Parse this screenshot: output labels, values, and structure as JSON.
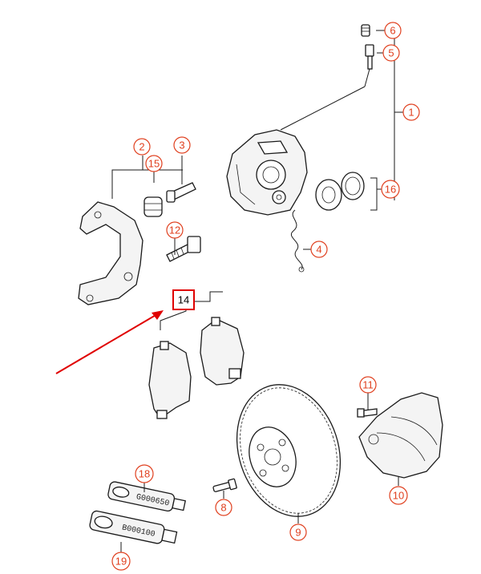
{
  "colors": {
    "callout": "#e0401f",
    "highlight": "#e00000",
    "line": "#1a1a1a"
  },
  "callouts": {
    "c1": "1",
    "c2": "2",
    "c3": "3",
    "c4": "4",
    "c5": "5",
    "c6": "6",
    "c8": "8",
    "c9": "9",
    "c10": "10",
    "c11": "11",
    "c12": "12",
    "c15": "15",
    "c16": "16",
    "c18": "18",
    "c19": "19"
  },
  "highlighted_part": {
    "label": "14"
  },
  "tube_labels": {
    "tube_18": "G000650",
    "tube_19": "B000100"
  }
}
